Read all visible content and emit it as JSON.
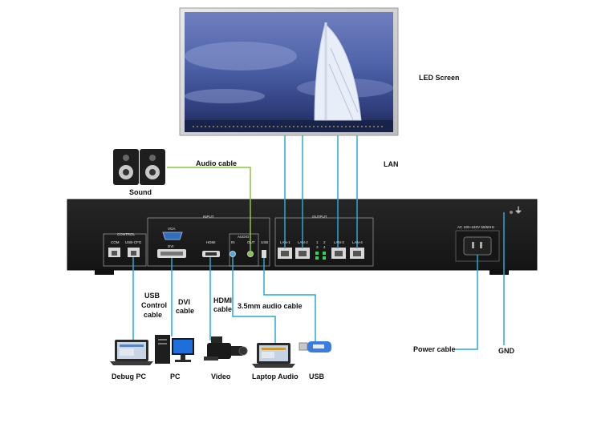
{
  "colors": {
    "cable_blue": "#29a8d6",
    "audio_green": "#8cc63f",
    "device_body": "#1b1b1b",
    "panel_line": "#bdbdbd",
    "port_green": "#3ad35a"
  },
  "labels": {
    "led_screen": "LED Screen",
    "lan": "LAN",
    "audio_cable": "Audio cable",
    "sound": "Sound",
    "usb_control_cable_1": "USB",
    "usb_control_cable_2": "Control",
    "usb_control_cable_3": "cable",
    "dvi_cable_1": "DVI",
    "dvi_cable_2": "cable",
    "hdmi_cable_1": "HDMI",
    "hdmi_cable_2": "cable",
    "audio_35mm_cable": "3.5mm audio cable",
    "power_cable": "Power cable",
    "gnd": "GND"
  },
  "devices": {
    "debug_pc": "Debug PC",
    "pc": "PC",
    "video": "Video",
    "laptop_audio": "Laptop Audio",
    "usb": "USB"
  },
  "panel": {
    "control": "CONTROL",
    "com": "COM",
    "usb_cfg": "USB-CFG",
    "input": "INPUT",
    "vga": "VGA",
    "dvi": "DVI",
    "hdmi": "HDMI",
    "audio": "AUDIO",
    "audio_in": "IN",
    "audio_out": "OUT",
    "usb": "USB",
    "output": "OUTPUT",
    "lan1": "LAN-1",
    "lan2": "LAN-2",
    "lan3": "LAN-3",
    "lan4": "LAN-4",
    "ind1": "1",
    "ind2": "2",
    "ind3": "3",
    "ind4": "4",
    "power_spec": "AC 100~240V 50/60Hz"
  }
}
